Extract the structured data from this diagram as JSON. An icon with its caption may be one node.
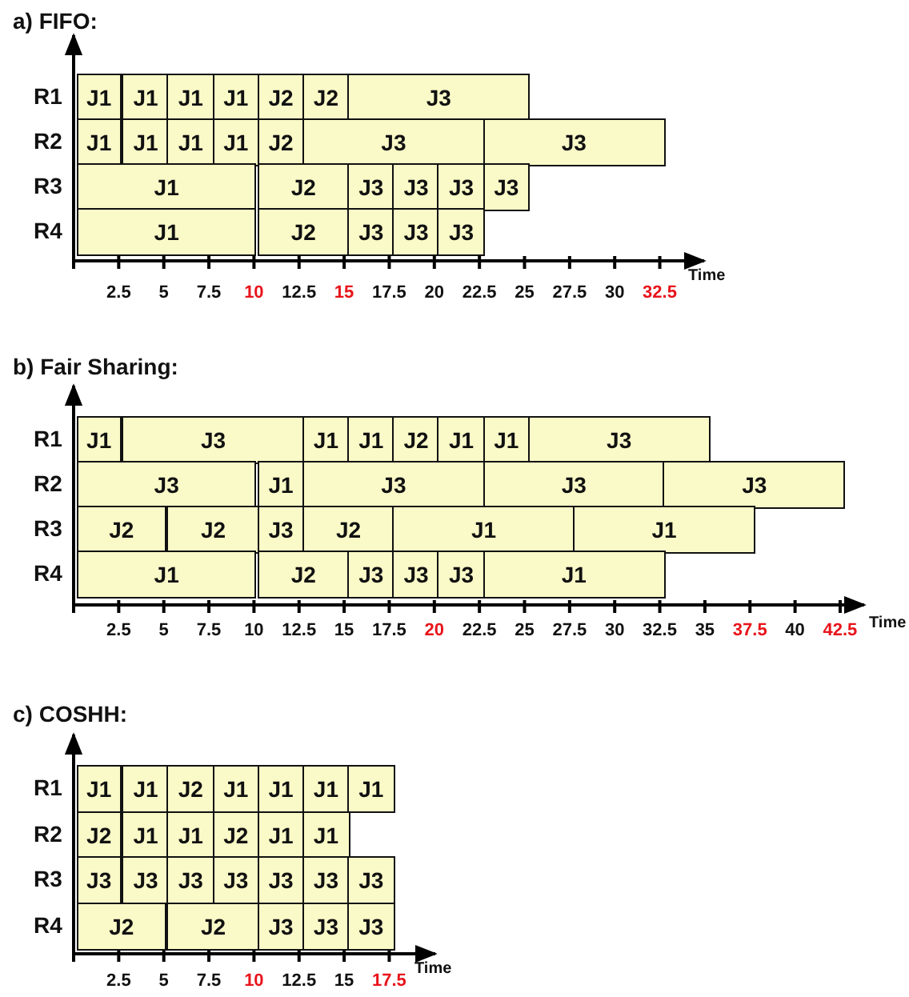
{
  "diagram": {
    "nodes": [
      {
        "text": [
          "J1"
        ]
      },
      {
        "text": [
          "J1"
        ]
      },
      {
        "text": [
          "J1"
        ]
      },
      {
        "text": [
          "J1"
        ]
      },
      {
        "text": [
          "J2"
        ]
      },
      {
        "text": [
          "J2"
        ]
      },
      {
        "text": [
          "J3"
        ]
      },
      {
        "text": [
          "J1"
        ]
      },
      {
        "text": [
          "J1"
        ]
      },
      {
        "text": [
          "J1"
        ]
      },
      {
        "text": [
          "J1"
        ]
      },
      {
        "text": [
          "J2"
        ]
      },
      {
        "text": [
          "J3"
        ]
      },
      {
        "text": [
          "J3"
        ]
      },
      {
        "text": [
          "J1"
        ]
      },
      {
        "text": [
          "J2"
        ]
      },
      {
        "text": [
          "J3"
        ]
      },
      {
        "text": [
          "J3"
        ]
      },
      {
        "text": [
          "J3"
        ]
      },
      {
        "text": [
          "J3"
        ]
      },
      {
        "text": [
          "J1"
        ]
      },
      {
        "text": [
          "J2"
        ]
      },
      {
        "text": [
          "J3"
        ]
      },
      {
        "text": [
          "J3"
        ]
      },
      {
        "text": [
          "J3"
        ]
      },
      {
        "text": [
          "J1"
        ]
      },
      {
        "text": [
          "J3"
        ]
      },
      {
        "text": [
          "J1"
        ]
      },
      {
        "text": [
          "J1"
        ]
      },
      {
        "text": [
          "J2"
        ]
      },
      {
        "text": [
          "J1"
        ]
      },
      {
        "text": [
          "J1"
        ]
      },
      {
        "text": [
          "J3"
        ]
      },
      {
        "text": [
          "J3"
        ]
      },
      {
        "text": [
          "J1"
        ]
      },
      {
        "text": [
          "J3"
        ]
      },
      {
        "text": [
          "J3"
        ]
      },
      {
        "text": [
          "J3"
        ]
      },
      {
        "text": [
          "J2"
        ]
      },
      {
        "text": [
          "J2"
        ]
      },
      {
        "text": [
          "J3"
        ]
      },
      {
        "text": [
          "J2"
        ]
      },
      {
        "text": [
          "J1"
        ]
      },
      {
        "text": [
          "J1"
        ]
      },
      {
        "text": [
          "J1"
        ]
      },
      {
        "text": [
          "J2"
        ]
      },
      {
        "text": [
          "J3"
        ]
      },
      {
        "text": [
          "J3"
        ]
      },
      {
        "text": [
          "J3"
        ]
      },
      {
        "text": [
          "J1"
        ]
      },
      {
        "text": [
          "J1"
        ]
      },
      {
        "text": [
          "J1"
        ]
      },
      {
        "text": [
          "J2"
        ]
      },
      {
        "text": [
          "J1"
        ]
      },
      {
        "text": [
          "J1"
        ]
      },
      {
        "text": [
          "J1"
        ]
      },
      {
        "text": [
          "J1"
        ]
      },
      {
        "text": [
          "J2"
        ]
      },
      {
        "text": [
          "J1"
        ]
      },
      {
        "text": [
          "J1"
        ]
      },
      {
        "text": [
          "J2"
        ]
      },
      {
        "text": [
          "J1"
        ]
      },
      {
        "text": [
          "J1"
        ]
      },
      {
        "text": [
          "J3"
        ]
      },
      {
        "text": [
          "J3"
        ]
      },
      {
        "text": [
          "J3"
        ]
      },
      {
        "text": [
          "J3"
        ]
      },
      {
        "text": [
          "J3"
        ]
      },
      {
        "text": [
          "J3"
        ]
      },
      {
        "text": [
          "J3"
        ]
      },
      {
        "text": [
          "J2"
        ]
      },
      {
        "text": [
          "J2"
        ]
      },
      {
        "text": [
          "J3"
        ]
      },
      {
        "text": [
          "J3"
        ]
      },
      {
        "text": [
          "J3"
        ]
      }
    ],
    "labels": [
      "a) FIFO:",
      "R1",
      "R2",
      "R3",
      "R4",
      "2.5",
      "5",
      "7.5",
      "10",
      "12.5",
      "15",
      "17.5",
      "20",
      "22.5",
      "25",
      "27.5",
      "30",
      "32.5",
      "Time",
      "b) Fair Sharing:",
      "R1",
      "R2",
      "R3",
      "R4",
      "2.5",
      "5",
      "7.5",
      "10",
      "12.5",
      "15",
      "17.5",
      "20",
      "22.5",
      "25",
      "27.5",
      "30",
      "32.5",
      "35",
      "37.5",
      "40",
      "42.5",
      "Time",
      "c) COSHH:",
      "R1",
      "R2",
      "R3",
      "R4",
      "2.5",
      "5",
      "7.5",
      "10",
      "12.5",
      "15",
      "17.5",
      "Time"
    ]
  }
}
